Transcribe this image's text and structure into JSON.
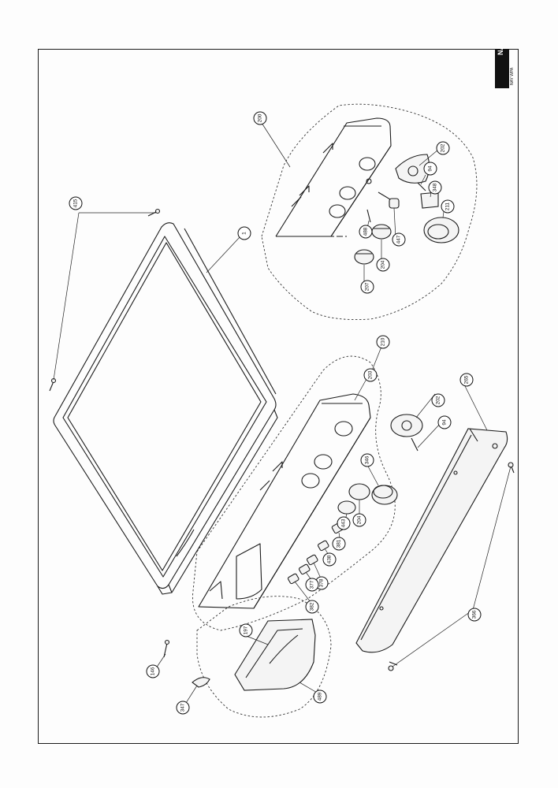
{
  "sheet": {
    "brand": "NAY",
    "code": "NAY WPA"
  },
  "callouts": [
    {
      "id": "c415",
      "label": "415"
    },
    {
      "id": "c1",
      "label": "1"
    },
    {
      "id": "c200",
      "label": "200"
    },
    {
      "id": "c202a",
      "label": "202"
    },
    {
      "id": "c94a",
      "label": "94"
    },
    {
      "id": "c348",
      "label": "348"
    },
    {
      "id": "c211",
      "label": "211"
    },
    {
      "id": "c447",
      "label": "447"
    },
    {
      "id": "c488",
      "label": "488"
    },
    {
      "id": "c204a",
      "label": "204"
    },
    {
      "id": "c207",
      "label": "207"
    },
    {
      "id": "c210",
      "label": "210"
    },
    {
      "id": "c203",
      "label": "203"
    },
    {
      "id": "c202b",
      "label": "202"
    },
    {
      "id": "c94b",
      "label": "94"
    },
    {
      "id": "c265",
      "label": "265"
    },
    {
      "id": "c346",
      "label": "346"
    },
    {
      "id": "c204b",
      "label": "204"
    },
    {
      "id": "c443",
      "label": "443"
    },
    {
      "id": "c381",
      "label": "381"
    },
    {
      "id": "c438",
      "label": "438"
    },
    {
      "id": "c378",
      "label": "378"
    },
    {
      "id": "c377",
      "label": "377"
    },
    {
      "id": "c382",
      "label": "382"
    },
    {
      "id": "c366",
      "label": "366"
    },
    {
      "id": "c197",
      "label": "197"
    },
    {
      "id": "c146",
      "label": "146"
    },
    {
      "id": "c347",
      "label": "347"
    },
    {
      "id": "c489",
      "label": "489"
    }
  ]
}
